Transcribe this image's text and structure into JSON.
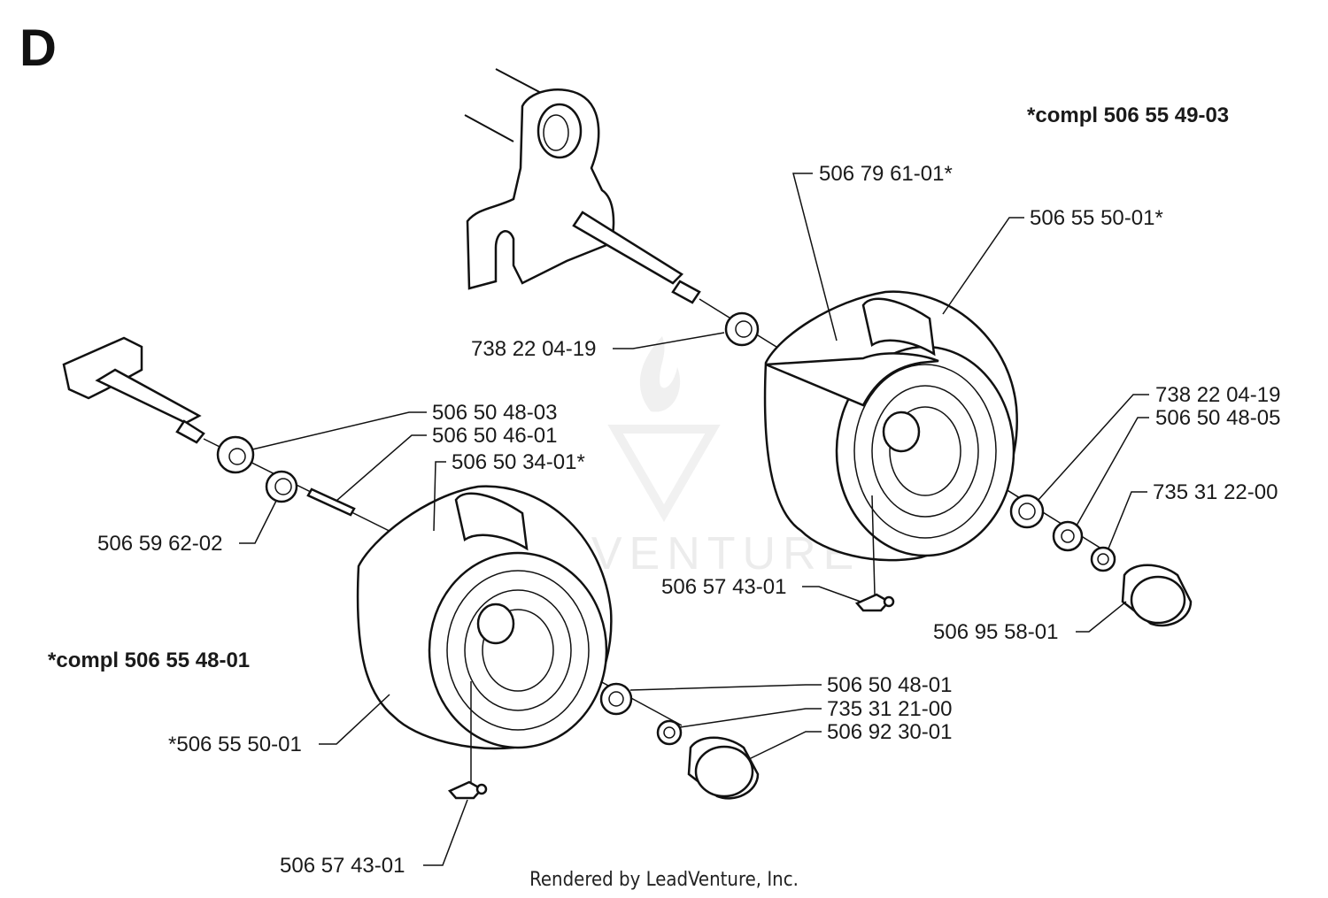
{
  "section_letter": "D",
  "footer": "Rendered by LeadVenture, Inc.",
  "watermark": "LEADVENTURE",
  "assemblies": {
    "right": "*compl 506 55 49-03",
    "left": "*compl 506 55 48-01"
  },
  "labels": {
    "r_hub_asterisk": "506 79 61-01*",
    "r_tire": "506 55 50-01*",
    "r_bearing_inner": "738 22 04-19",
    "r_bearing_outer": "738 22 04-19",
    "r_washer": "506 50 48-05",
    "r_clip": "735 31 22-00",
    "r_valve": "506 57 43-01",
    "r_cap": "506 95 58-01",
    "l_washer_in": "506 50 48-03",
    "l_key": "506 50 46-01",
    "l_hub": "506 50 34-01*",
    "l_bushing": "506 59 62-02",
    "l_tire": "*506 55 50-01",
    "l_washer_out": "506 50 48-01",
    "l_clip": "735 31 21-00",
    "l_cap": "506 92 30-01",
    "l_valve": "506 57 43-01"
  }
}
